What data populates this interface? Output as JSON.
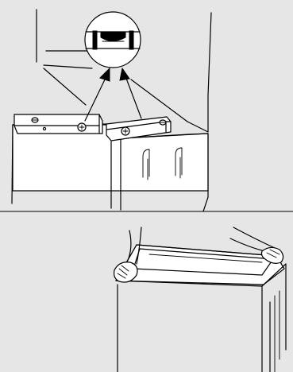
{
  "illustration": {
    "panels": [
      {
        "id": "top",
        "subject": "spirit-level-check"
      },
      {
        "id": "bottom",
        "subject": "hands-on-worktop"
      }
    ],
    "colors": {
      "background": "#e6e6e6",
      "line": "#000000",
      "fill": "#ffffff"
    }
  }
}
